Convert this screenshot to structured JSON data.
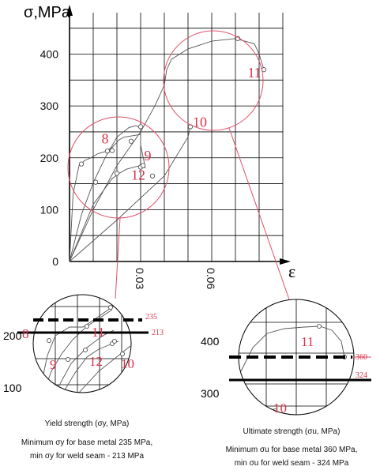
{
  "chart_data": {
    "type": "line",
    "ylabel": "σ,MPa",
    "xlabel": "ε",
    "xlim": [
      0,
      0.09
    ],
    "ylim": [
      0,
      480
    ],
    "yticks": [
      "0",
      "100",
      "200",
      "300",
      "400"
    ],
    "ytick_values": [
      0,
      100,
      200,
      300,
      400
    ],
    "xticks": [
      "0.03",
      "0.06"
    ],
    "xtick_values": [
      0.03,
      0.06
    ],
    "grid": true,
    "series": [
      {
        "name": "8",
        "x": [
          0,
          0.0015,
          0.004,
          0.0065,
          0.009,
          0.012,
          0.015,
          0.018,
          0.021,
          0.023,
          0.03,
          0.03
        ],
        "y": [
          0,
          130,
          185,
          195,
          200,
          208,
          212,
          220,
          235,
          240,
          245,
          210
        ]
      },
      {
        "name": "9",
        "x": [
          0,
          0.005,
          0.01,
          0.015,
          0.02,
          0.025,
          0.028,
          0.03,
          0.03,
          0.032
        ],
        "y": [
          0,
          90,
          152,
          200,
          240,
          258,
          262,
          258,
          225,
          180
        ]
      },
      {
        "name": "10",
        "x": [
          0,
          0.02,
          0.04,
          0.05,
          0.051
        ],
        "y": [
          0,
          80,
          165,
          240,
          260
        ]
      },
      {
        "name": "11",
        "x": [
          0,
          0.01,
          0.02,
          0.03,
          0.036,
          0.04,
          0.041,
          0.043,
          0.05,
          0.06,
          0.07,
          0.078,
          0.08,
          0.082
        ],
        "y": [
          0,
          100,
          185,
          250,
          300,
          340,
          370,
          390,
          410,
          425,
          430,
          420,
          400,
          370
        ]
      },
      {
        "name": "12",
        "x": [
          0,
          0.01,
          0.018,
          0.021,
          0.024,
          0.028,
          0.03,
          0.031
        ],
        "y": [
          0,
          110,
          160,
          170,
          178,
          183,
          185,
          182
        ]
      }
    ],
    "markers": {
      "x": [
        0.005,
        0.011,
        0.016,
        0.018,
        0.02,
        0.026,
        0.03,
        0.03,
        0.031,
        0.035,
        0.051,
        0.071,
        0.082
      ],
      "y": [
        188,
        153,
        213,
        214,
        170,
        232,
        260,
        182,
        185,
        165,
        260,
        430,
        370
      ]
    },
    "labels": [
      {
        "text": "8",
        "x": 0.015,
        "y": 228
      },
      {
        "text": "9",
        "x": 0.033,
        "y": 195
      },
      {
        "text": "10",
        "x": 0.055,
        "y": 260
      },
      {
        "text": "11",
        "x": 0.078,
        "y": 355
      },
      {
        "text": "12",
        "x": 0.029,
        "y": 158
      }
    ],
    "insets": [
      {
        "name": "yield",
        "yticks": [
          "100",
          "200"
        ],
        "ytick_values": [
          100,
          200
        ],
        "lines": [
          {
            "label": "235",
            "y": 235,
            "style": "dashed"
          },
          {
            "label": "213",
            "y": 213,
            "style": "solid"
          }
        ],
        "labels": [
          "8",
          "11",
          "9",
          "12",
          "10"
        ],
        "caption": "Yield strength (σy, MPa)",
        "note1": "Minimum σy for base metal 235 MPa,",
        "note2": "min σy for weld seam - 213 MPa"
      },
      {
        "name": "ultimate",
        "yticks": [
          "300",
          "400"
        ],
        "ytick_values": [
          300,
          400
        ],
        "lines": [
          {
            "label": "360",
            "y": 360,
            "style": "dashed"
          },
          {
            "label": "324",
            "y": 324,
            "style": "solid"
          }
        ],
        "labels": [
          "11",
          "10"
        ],
        "caption": "Ultimate strength (σu, MPa)",
        "note1": "Minimum σu for base metal 360 MPa,",
        "note2": "min σu for weld seam - 324 MPa"
      }
    ]
  }
}
